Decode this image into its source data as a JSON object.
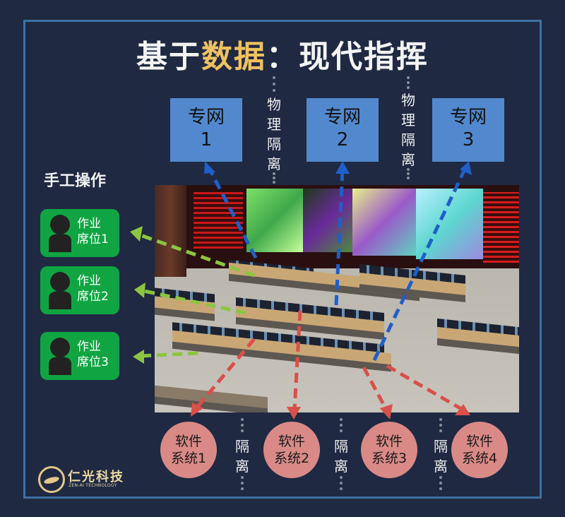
{
  "title": {
    "prefix": "基于",
    "highlight": "数据",
    "suffix": "：现代指挥"
  },
  "colors": {
    "background": "#1f2942",
    "frame": "#3f70a3",
    "title_highlight": "#efc15f",
    "network_box": "#5289ce",
    "seat_box": "#10a542",
    "system_circle": "#d98a87",
    "arrow_blue": "#1f5fc8",
    "arrow_green": "#8cc63f",
    "arrow_red": "#d9504a"
  },
  "networks": [
    {
      "line1": "专网",
      "line2": "1"
    },
    {
      "line1": "专网",
      "line2": "2"
    },
    {
      "line1": "专网",
      "line2": "3"
    }
  ],
  "network_separators": [
    {
      "chars": [
        "物",
        "理",
        "隔",
        "离"
      ]
    },
    {
      "chars": [
        "物",
        "理",
        "隔",
        "离"
      ]
    }
  ],
  "manual_section": {
    "label": "手工操作",
    "seats": [
      {
        "line1": "作业",
        "line2": "席位1"
      },
      {
        "line1": "作业",
        "line2": "席位2"
      },
      {
        "line1": "作业",
        "line2": "席位3"
      }
    ]
  },
  "systems": [
    {
      "line1": "软件",
      "line2": "系统1"
    },
    {
      "line1": "软件",
      "line2": "系统2"
    },
    {
      "line1": "软件",
      "line2": "系统3"
    },
    {
      "line1": "软件",
      "line2": "系统4"
    }
  ],
  "system_separators": [
    {
      "chars": [
        "隔",
        "离"
      ]
    },
    {
      "chars": [
        "隔",
        "离"
      ]
    },
    {
      "chars": [
        "隔",
        "离"
      ]
    }
  ],
  "photo": {
    "alt": "command-center-control-room"
  },
  "logo": {
    "name": "仁光科技",
    "subtitle": "ZEN-AI TECHNOLOGY"
  }
}
